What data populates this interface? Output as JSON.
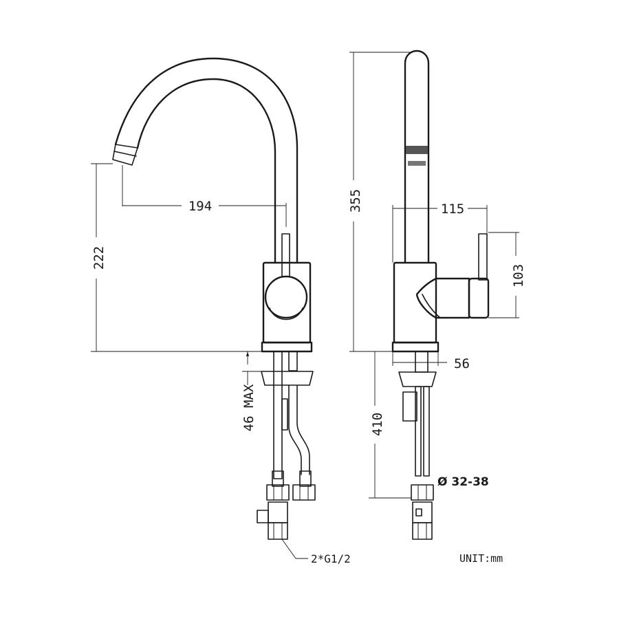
{
  "dimensions": {
    "spout_reach": "194",
    "spout_height": "222",
    "max_deck_thickness": "46 MAX",
    "overall_height": "355",
    "handle_reach": "115",
    "handle_height": "103",
    "base_diameter": "56",
    "hose_length": "410",
    "hole_diameter": "Ø 32-38",
    "connection": "2*G1/2"
  },
  "unit_label": "UNIT:mm"
}
